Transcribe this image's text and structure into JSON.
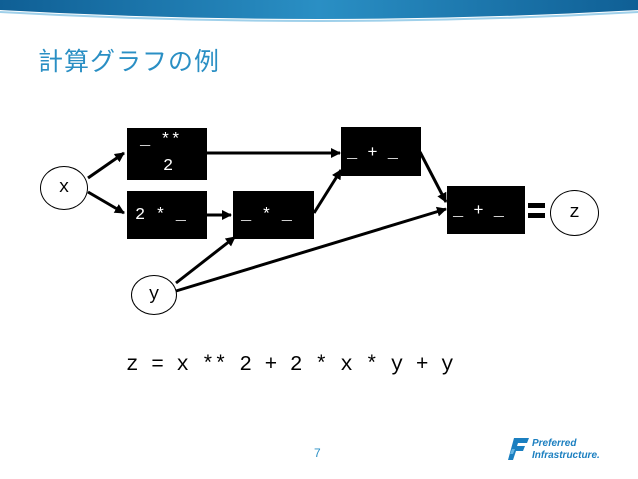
{
  "slide": {
    "title": "計算グラフの例",
    "page_number": "7",
    "formula": "z = x ** 2 + 2 * x * y + y"
  },
  "nodes": {
    "x": "x",
    "y": "y",
    "z": "z",
    "pow": {
      "line1": "_ **",
      "line2": "2"
    },
    "mul2": "2 * _",
    "mul": "_ * _",
    "add1": "_ + _",
    "add2": "_ + _"
  },
  "logo": {
    "line1": "Preferred",
    "line2": "Infrastructure."
  },
  "colors": {
    "title": "#2a8fc4",
    "node_fill": "#000000",
    "node_text": "#ffffff",
    "logo": "#1b7fc0"
  }
}
